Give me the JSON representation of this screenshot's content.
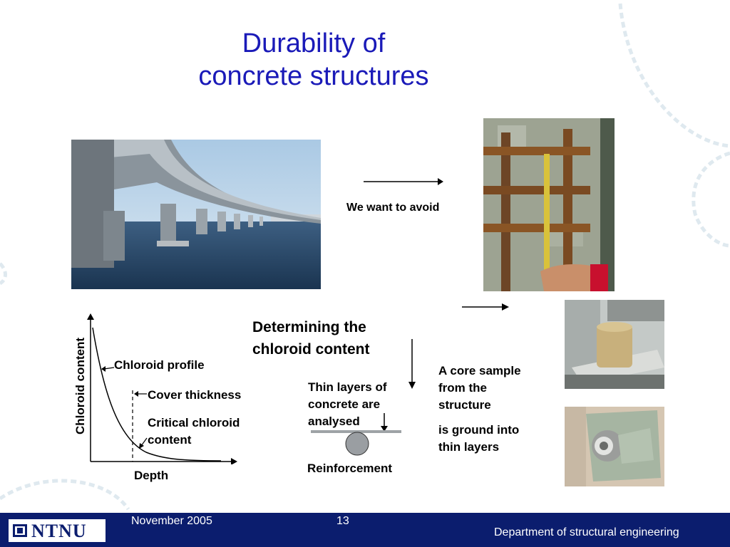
{
  "slide": {
    "title_line1": "Durability of",
    "title_line2": "concrete structures"
  },
  "labels": {
    "we_want_to_avoid": "We want to avoid",
    "determining_line1": "Determining the",
    "determining_line2": "chloroid content",
    "thin_line1": "Thin layers of",
    "thin_line2": "concrete are",
    "thin_line3": "analysed",
    "reinforcement": "Reinforcement",
    "core_line1": "A core sample",
    "core_line2": "from the",
    "core_line3": "structure",
    "ground_line1": "is ground into",
    "ground_line2": "thin layers"
  },
  "graph": {
    "ylabel": "Chloroid content",
    "xlabel": "Depth",
    "chloroid_profile": "Chloroid profile",
    "cover_thickness": "Cover thickness",
    "critical_line1": "Critical chloroid",
    "critical_line2": "content"
  },
  "footer": {
    "logo": "NTNU",
    "date": "November 2005",
    "page": "13",
    "department": "Department of structural engineering"
  },
  "colors": {
    "title": "#1a1ab8",
    "footer_bg": "#0b1d6e"
  }
}
